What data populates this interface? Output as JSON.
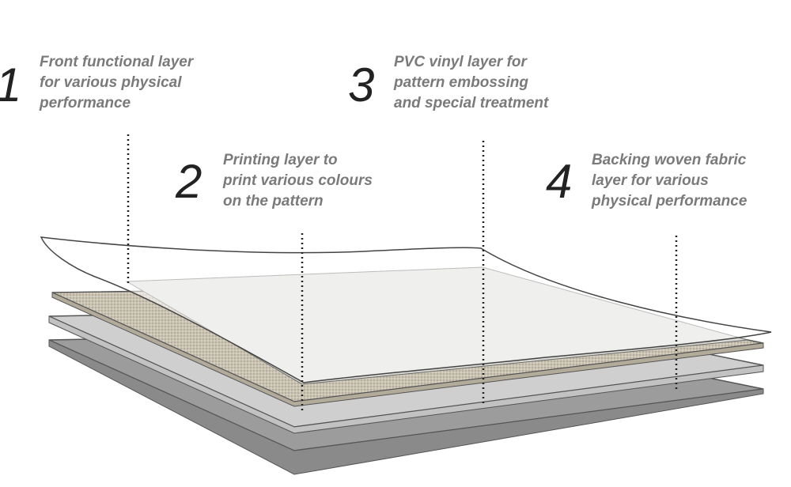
{
  "colors": {
    "label_text": "#7a7a7a",
    "number_text": "#222222",
    "front_film": "#ffffff",
    "vinyl_top": "#d9d9d6",
    "printing_edge": "#bdb6a6",
    "layer_light_gray": "#cfcfcf",
    "layer_dark_gray": "#9a9a9a",
    "outline": "#555555"
  },
  "layers": [
    {
      "number": "1",
      "lines": [
        "Front functional layer",
        "for various physical",
        "performance"
      ]
    },
    {
      "number": "2",
      "lines": [
        "Printing layer to",
        "print various colours",
        "on the pattern"
      ]
    },
    {
      "number": "3",
      "lines": [
        "PVC vinyl layer for",
        "pattern embossing",
        "and special treatment"
      ]
    },
    {
      "number": "4",
      "lines": [
        "Backing woven fabric",
        "layer for various",
        "physical performance"
      ]
    }
  ]
}
